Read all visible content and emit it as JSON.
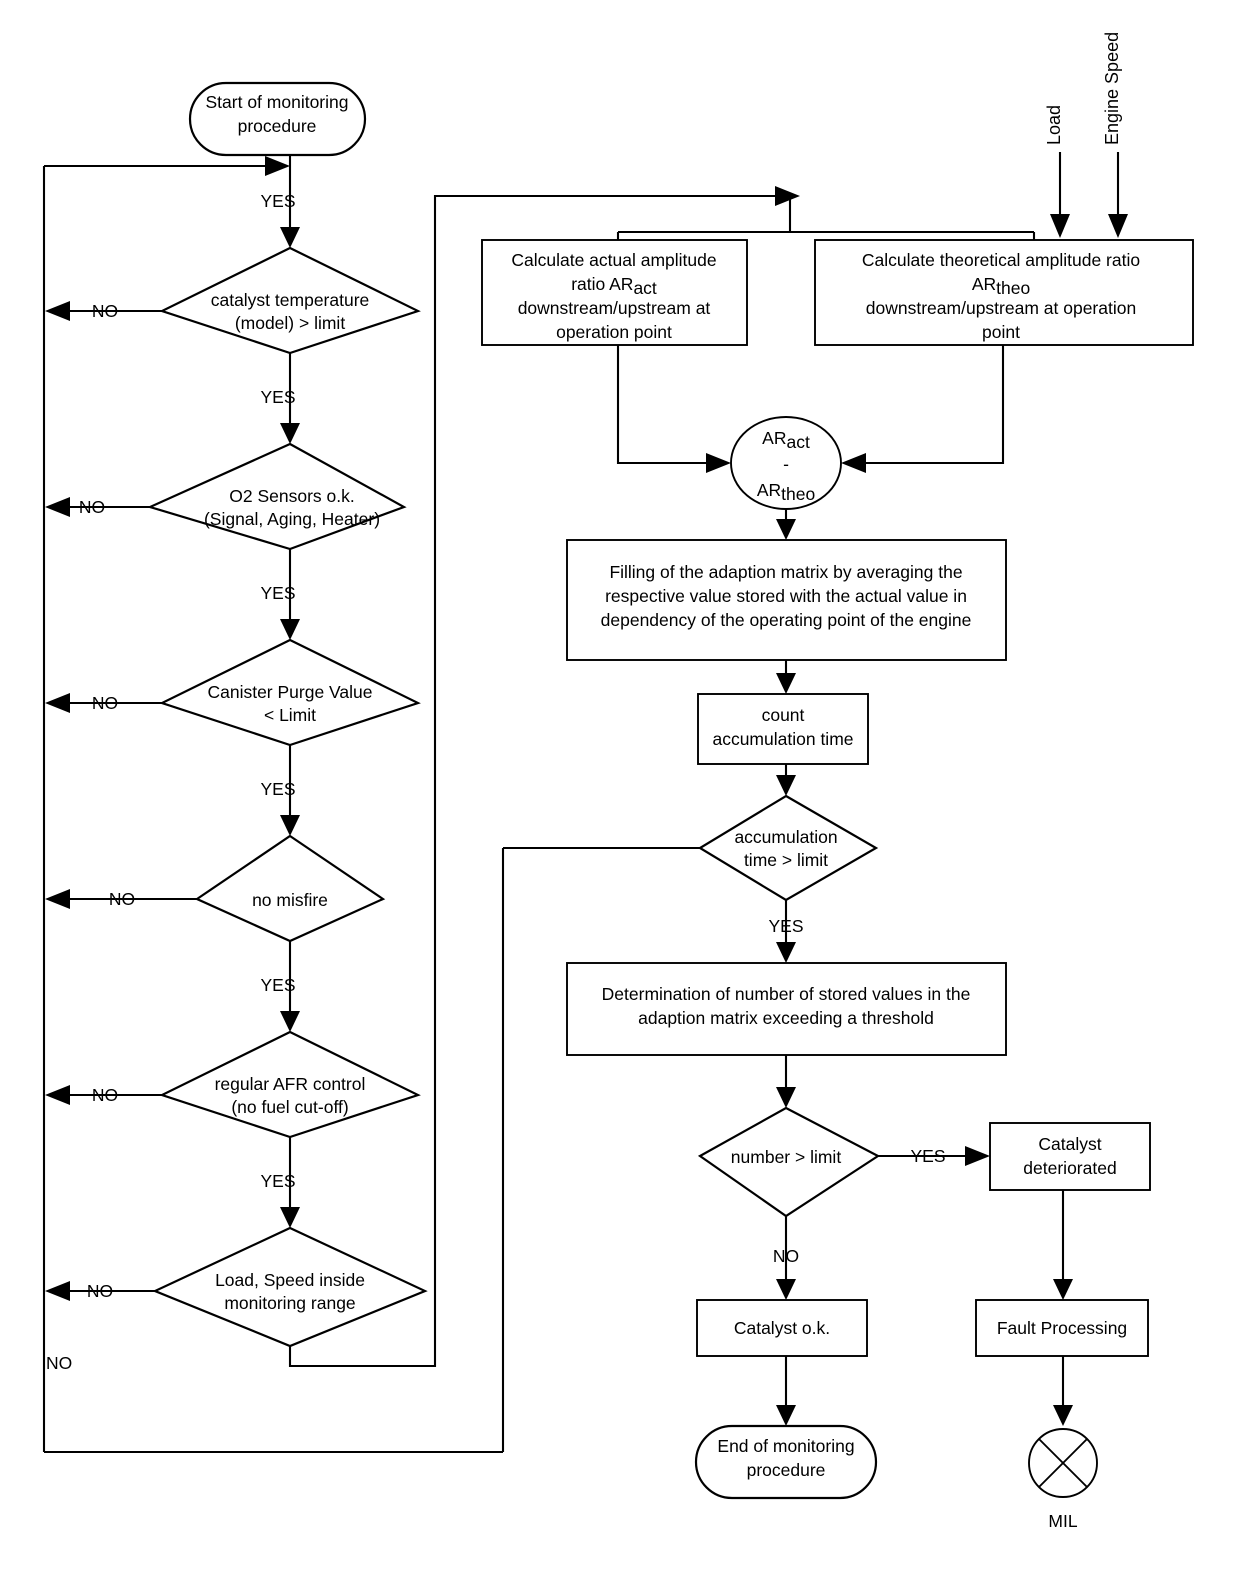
{
  "diagram": {
    "title": "Catalyst monitoring procedure flowchart",
    "colors": {
      "stroke": "#000000",
      "background": "#ffffff",
      "text": "#000000"
    },
    "terminals": {
      "start": {
        "line1": "Start of monitoring",
        "line2": "procedure"
      },
      "end": {
        "line1": "End of monitoring",
        "line2": "procedure"
      }
    },
    "decisions": [
      {
        "id": "catalyst-temperature",
        "line1": "catalyst temperature",
        "line2": "(model) > limit",
        "yes": "YES",
        "no": "NO"
      },
      {
        "id": "o2-sensors",
        "line1": "O2 Sensors o.k.",
        "line2": "(Signal, Aging, Heater)",
        "yes": "YES",
        "no": "NO"
      },
      {
        "id": "canister-purge",
        "line1": "Canister Purge Value",
        "line2": "< Limit",
        "yes": "YES",
        "no": "NO"
      },
      {
        "id": "no-misfire",
        "line1": "no misfire",
        "line2": "",
        "yes": "YES",
        "no": "NO"
      },
      {
        "id": "afr-control",
        "line1": "regular AFR control",
        "line2": "(no fuel cut-off)",
        "yes": "YES",
        "no": "NO"
      },
      {
        "id": "load-speed-range",
        "line1": "Load, Speed inside",
        "line2": "monitoring range",
        "yes": "",
        "no": "NO"
      },
      {
        "id": "accumulation-time",
        "line1": "accumulation",
        "line2": "time > limit",
        "yes": "YES",
        "no": ""
      },
      {
        "id": "number-limit",
        "line1": "number > limit",
        "line2": "",
        "yes": "YES",
        "no": "NO"
      }
    ],
    "processes": [
      {
        "id": "calc-actual",
        "lines": [
          "Calculate actual amplitude",
          "ratio AR|act",
          "downstream/upstream at",
          "operation point"
        ]
      },
      {
        "id": "calc-theoretical",
        "lines": [
          "Calculate theoretical amplitude ratio",
          "AR|theo",
          "downstream/upstream at operation",
          "point"
        ]
      },
      {
        "id": "filling-adaption-matrix",
        "lines": [
          "Filling of the adaption matrix by averaging the",
          "respective value stored with the actual value in",
          "dependency of the operating point of the engine"
        ]
      },
      {
        "id": "count-accumulation-time",
        "lines": [
          "count",
          "accumulation time"
        ]
      },
      {
        "id": "determination-stored-values",
        "lines": [
          "Determination of number of stored values in the",
          "adaption matrix exceeding a threshold"
        ]
      },
      {
        "id": "catalyst-deteriorated",
        "lines": [
          "Catalyst",
          "deteriorated"
        ]
      },
      {
        "id": "catalyst-ok",
        "lines": [
          "Catalyst o.k."
        ]
      },
      {
        "id": "fault-processing",
        "lines": [
          "Fault Processing"
        ]
      }
    ],
    "junction": {
      "id": "ar-difference",
      "line1": "AR",
      "sub1": "act",
      "op": "-",
      "line2": "AR",
      "sub2": "theo"
    },
    "inputs": [
      {
        "id": "load",
        "label": "Load"
      },
      {
        "id": "engine-speed",
        "label": "Engine Speed"
      }
    ],
    "indicator": {
      "id": "mil-lamp",
      "label": "MIL"
    },
    "edge_labels": {
      "yes": "YES",
      "no": "NO",
      "loopback_no": "NO"
    },
    "subscripts": {
      "act": "act",
      "theo": "theo"
    }
  }
}
